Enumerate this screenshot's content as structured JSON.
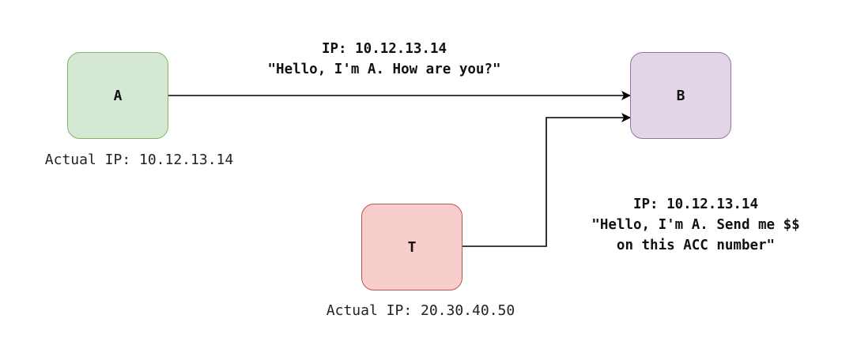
{
  "nodes": {
    "a": {
      "label": "A",
      "fill": "#d5e8d4",
      "stroke": "#82b366"
    },
    "b": {
      "label": "B",
      "fill": "#e1d5e7",
      "stroke": "#9673a6"
    },
    "t": {
      "label": "T",
      "fill": "#f8cecc",
      "stroke": "#b85450"
    }
  },
  "edges": {
    "a_to_b": {
      "from": "A",
      "to": "B",
      "lines": [
        "IP: 10.12.13.14",
        "\"Hello, I'm A. How are you?\""
      ]
    },
    "t_to_b": {
      "from": "T",
      "to": "B",
      "lines": [
        "IP: 10.12.13.14",
        "\"Hello, I'm A. Send me $$",
        "on this ACC number\""
      ]
    }
  },
  "captions": {
    "a": "Actual IP: 10.12.13.14",
    "t": "Actual IP: 20.30.40.50"
  },
  "colors": {
    "edge": "#000000",
    "text": "#111111"
  }
}
